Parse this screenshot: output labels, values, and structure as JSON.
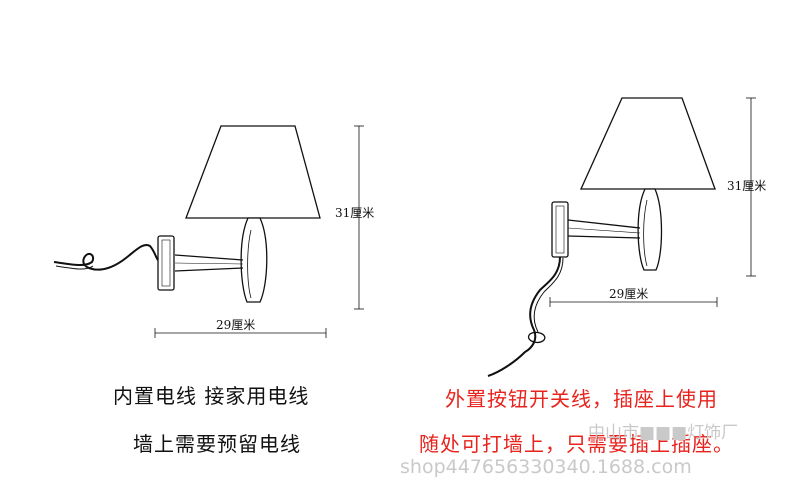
{
  "left_lamp": {
    "height_label": "31厘米",
    "width_label": "29厘米"
  },
  "right_lamp": {
    "height_label": "31厘米",
    "width_label": "29厘米"
  },
  "captions": {
    "left_line1": "内置电线  接家用电线",
    "left_line2": "墙上需要预留电线",
    "right_line1": "外置按钮开关线，插座上使用",
    "right_line2": "随处可打墙上，只需要插上插座。"
  },
  "colors": {
    "line": "#111111",
    "left_caption": "#111111",
    "right_caption": "#e8231d",
    "watermark": "#c9c9c9"
  },
  "watermark": {
    "store": "中山市■■■灯饰厂",
    "url": "shop447656330340.1688.com"
  }
}
